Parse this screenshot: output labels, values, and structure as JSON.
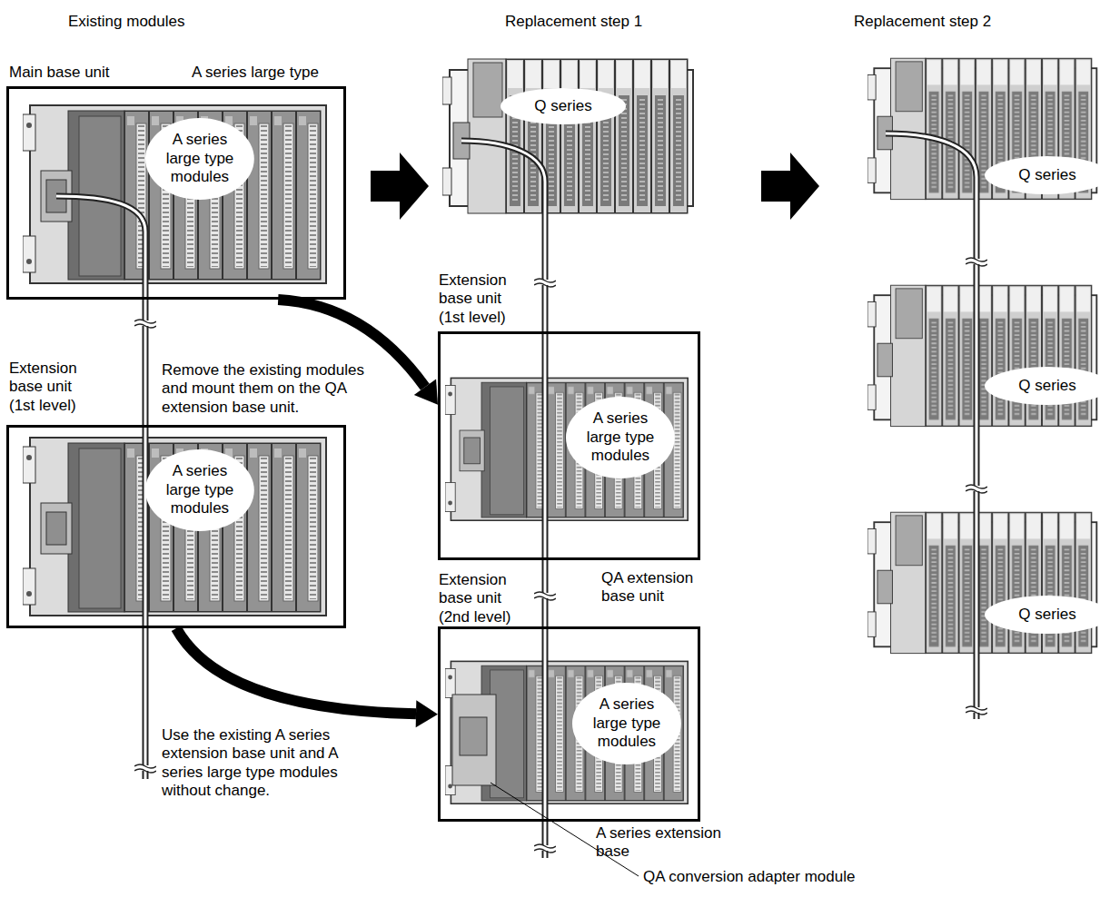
{
  "diagram": {
    "nodes": [
      {
        "text": [
          "Main base unit",
          "A series large type"
        ]
      },
      {
        "text": [
          "A series large type modules"
        ],
        "in": 0
      },
      {
        "text": [
          "Extension base unit (1st level)"
        ]
      },
      {
        "text": [
          "A series large type modules"
        ],
        "in": 2
      },
      {
        "text": [
          "Q series"
        ]
      },
      {
        "text": [
          "Extension base unit (1st level)"
        ]
      },
      {
        "text": [
          "A series large type modules"
        ],
        "in": 5
      },
      {
        "text": [
          "Extension base unit (2nd level)"
        ]
      },
      {
        "text": [
          "A series large type modules"
        ],
        "in": 7
      },
      {
        "text": [
          "Q series"
        ]
      },
      {
        "text": [
          "Q series"
        ]
      },
      {
        "text": [
          "Q series"
        ]
      }
    ],
    "edges": [
      {
        "from": 0,
        "to": 5,
        "arrow": "to",
        "label": "Remove the existing modules and mount them on the QA extension base unit."
      },
      {
        "from": 2,
        "to": 7,
        "arrow": "to",
        "label": "Use the existing A series extension base unit and A series large type modules without change."
      }
    ],
    "labels": [
      "Existing modules",
      "Replacement step 1",
      "Replacement step 2",
      "QA extension base unit",
      "A series extension base",
      "QA conversion adapter module"
    ]
  }
}
